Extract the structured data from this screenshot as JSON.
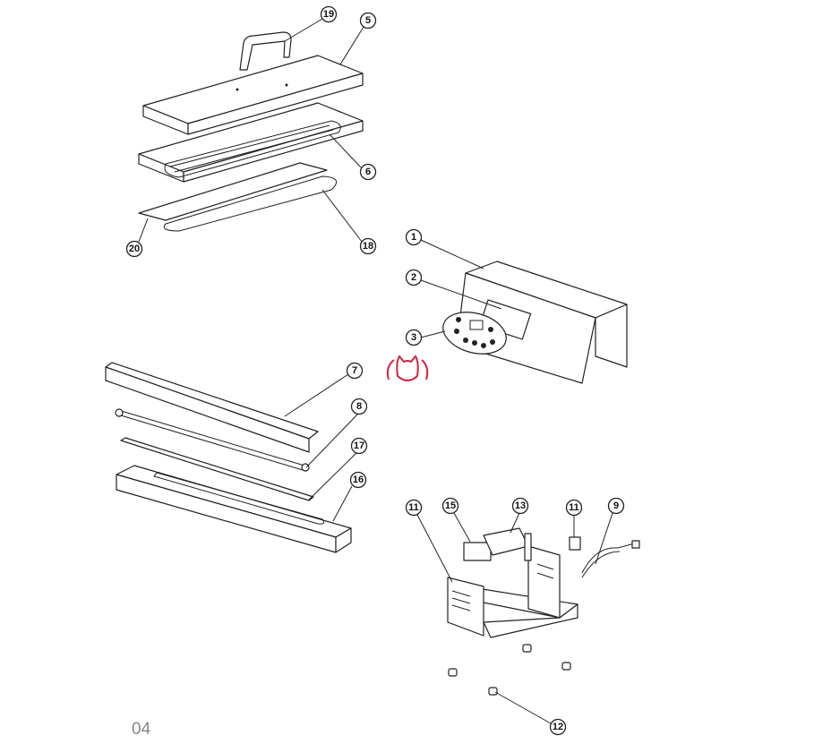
{
  "callouts": [
    "19",
    "5",
    "6",
    "18",
    "20",
    "1",
    "2",
    "3",
    "7",
    "8",
    "17",
    "16",
    "11",
    "15",
    "13",
    "11",
    "9",
    "12"
  ],
  "page_number": "04",
  "logo_color": "#d4213d"
}
